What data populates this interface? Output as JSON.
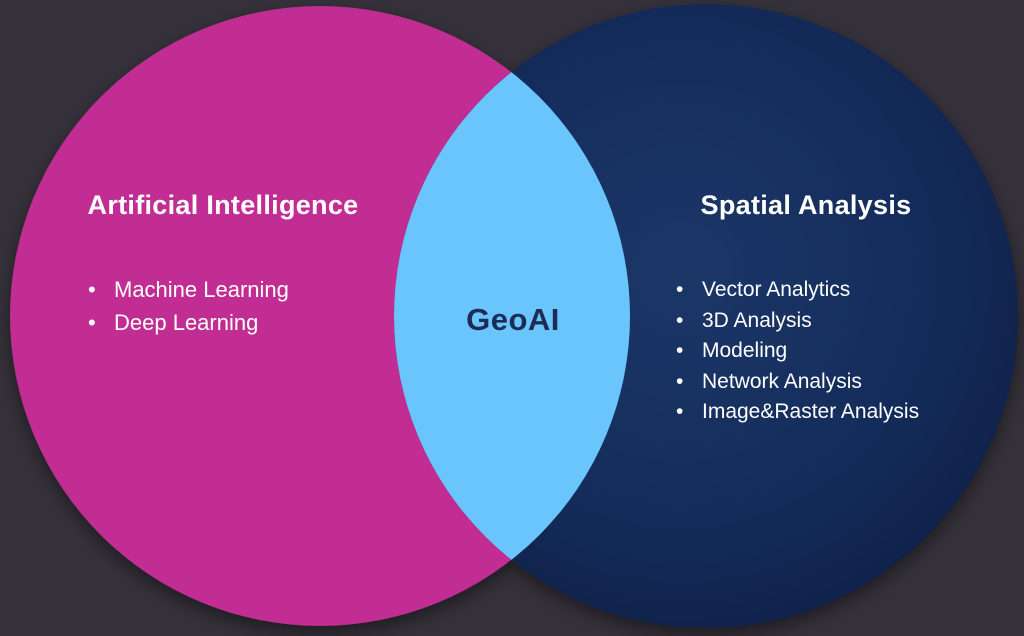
{
  "diagram": {
    "type": "venn",
    "background_color": "#36323b",
    "left_circle": {
      "title": "Artificial Intelligence",
      "items": [
        "Machine Learning",
        "Deep Learning"
      ],
      "fill_color": "#c12d92",
      "text_color": "#ffffff"
    },
    "right_circle": {
      "title": "Spatial Analysis",
      "items": [
        "Vector Analytics",
        "3D Analysis",
        "Modeling",
        "Network Analysis",
        "Image&Raster Analysis"
      ],
      "fill_color_center": "#1b3768",
      "fill_color_mid": "#142c5b",
      "fill_color_edge": "#0d1b3e",
      "text_color": "#ffffff"
    },
    "overlap": {
      "label": "GeoAI",
      "fill_color": "#69c5fc",
      "text_color": "#1c2c56"
    }
  }
}
